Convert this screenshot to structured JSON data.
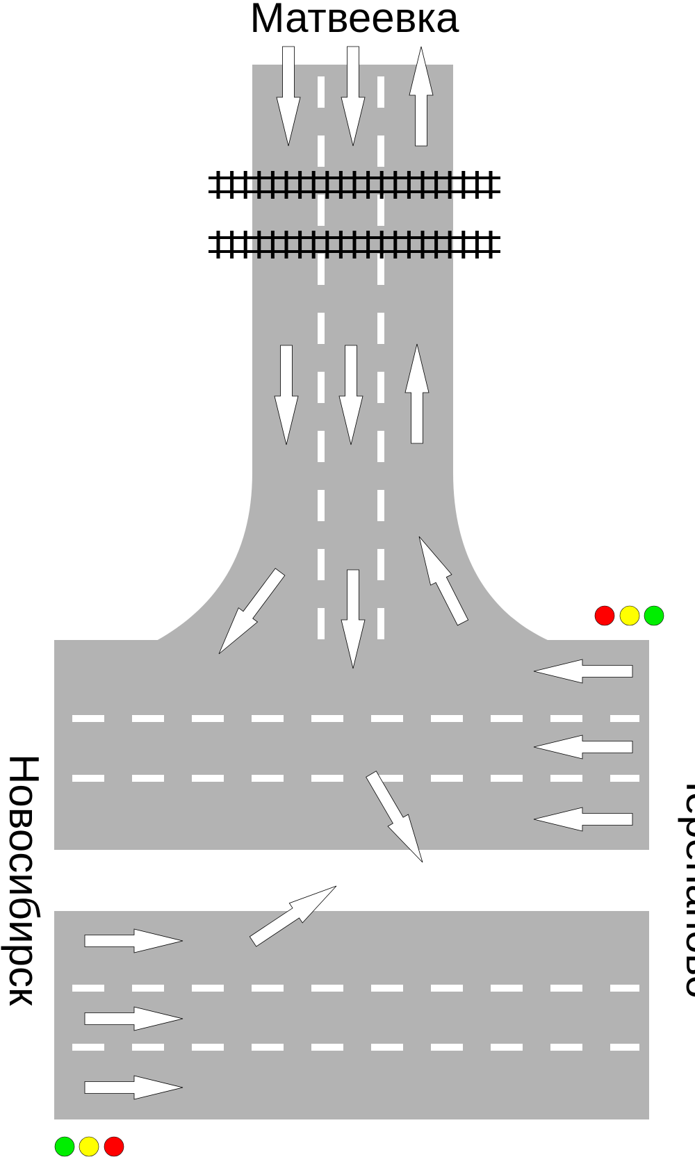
{
  "labels": {
    "north": "Матвеевка",
    "west": "Новосибирск",
    "east": "Черепаново"
  },
  "colors": {
    "road": "#b3b3b3",
    "marking": "#ffffff",
    "rail": "#000000",
    "arrow_fill": "#ffffff",
    "arrow_stroke": "#000000",
    "red": "#ff0000",
    "yellow": "#ffff00",
    "green": "#00ee00"
  },
  "traffic_lights": {
    "east_sequence": [
      "red",
      "yellow",
      "green"
    ],
    "south_west_sequence": [
      "green",
      "yellow",
      "red"
    ]
  },
  "icons": [
    "railway-crossing-icon",
    "lane-arrow-icon",
    "traffic-light-icon"
  ]
}
